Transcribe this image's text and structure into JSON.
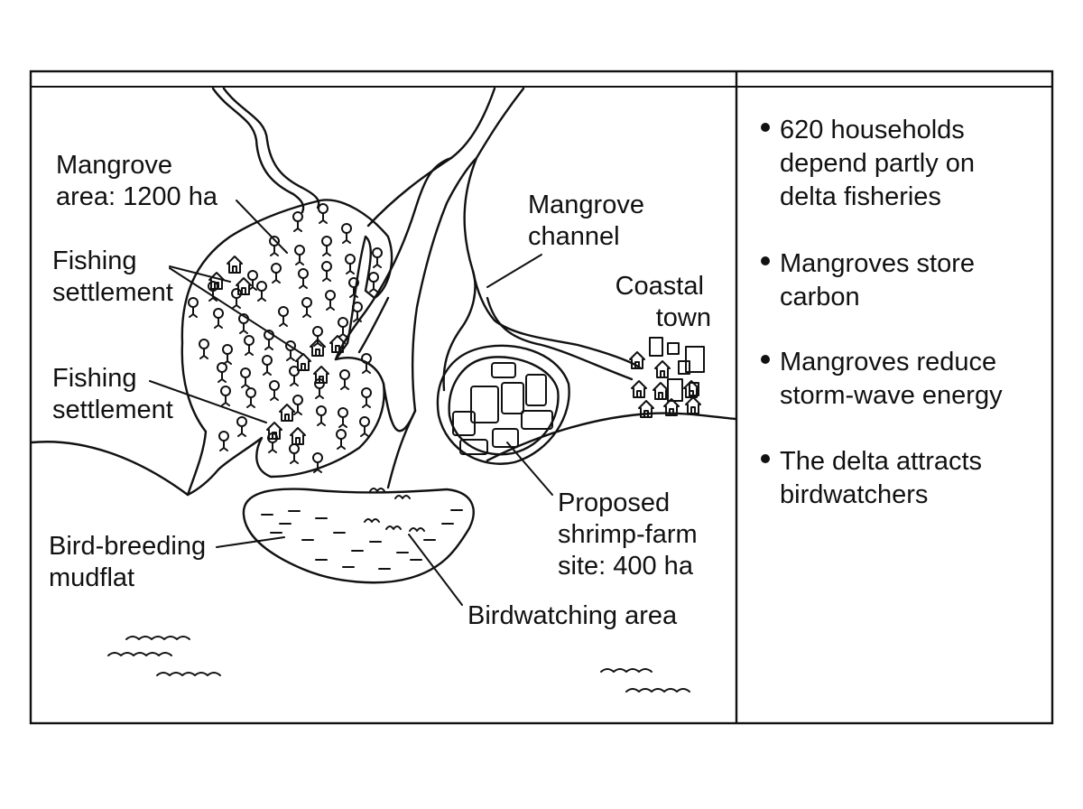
{
  "map": {
    "mangrove_area_label": [
      "Mangrove",
      "area: 1200 ha"
    ],
    "fishing_settlement_1": [
      "Fishing",
      "settlement"
    ],
    "fishing_settlement_2": [
      "Fishing",
      "settlement"
    ],
    "mangrove_channel_label": [
      "Mangrove",
      "channel"
    ],
    "coastal_town_label": [
      "Coastal",
      "town"
    ],
    "shrimp_farm_label": [
      "Proposed",
      "shrimp-farm",
      "site: 400 ha"
    ],
    "mudflat_label": [
      "Bird-breeding",
      "mudflat"
    ],
    "birdwatching_label": "Birdwatching area"
  },
  "facts": [
    [
      "620 households",
      "depend partly on",
      "delta fisheries"
    ],
    [
      "Mangroves store",
      "carbon"
    ],
    [
      "Mangroves reduce",
      "storm-wave energy"
    ],
    [
      "The delta attracts",
      "birdwatchers"
    ]
  ],
  "icons": [
    "tree-icon",
    "house-icon",
    "bird-icon",
    "wave-icon"
  ]
}
